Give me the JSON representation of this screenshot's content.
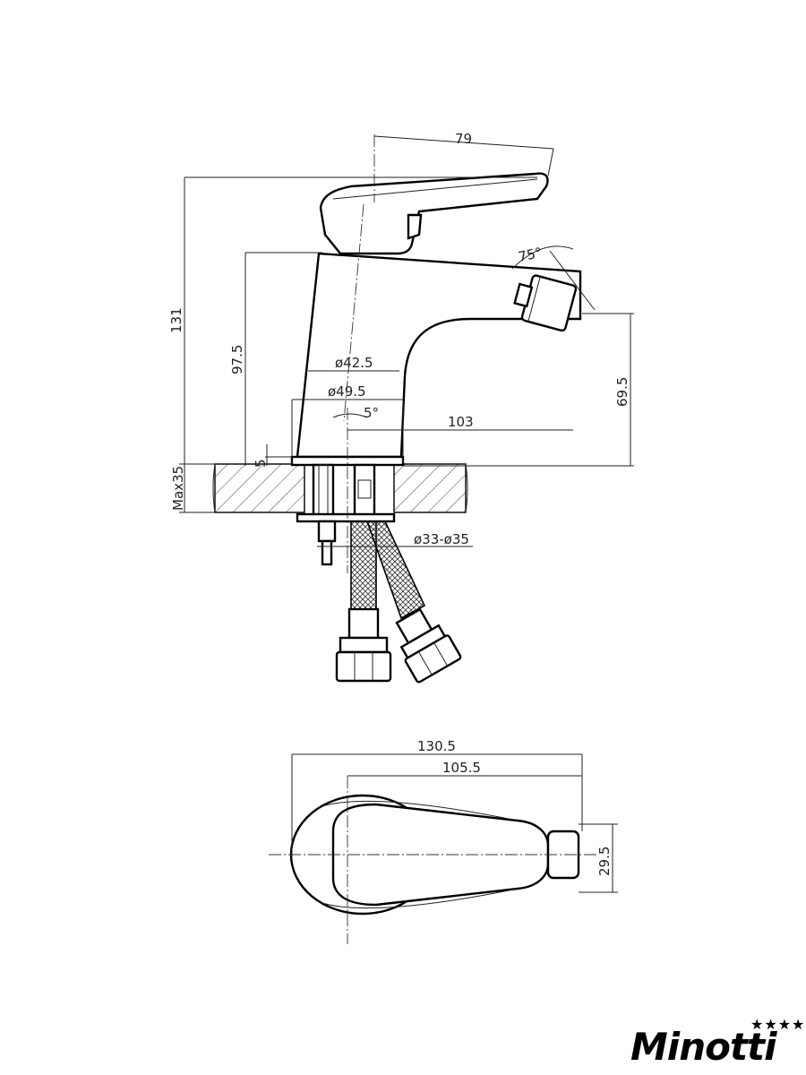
{
  "dimensions": {
    "top_width": "79",
    "total_height": "131",
    "body_height": "97.5",
    "spout_diameter": "ø42.5",
    "base_diameter": "ø49.5",
    "tilt_angle": "5°",
    "spout_reach": "103",
    "outlet_height": "69.5",
    "base_plate": "5",
    "max_counter": "Max35",
    "hole_diameter": "ø33-ø35",
    "aerator_angle": "75°",
    "total_length": "130.5",
    "lever_length": "105.5",
    "aerator_width": "29.5"
  },
  "brand": {
    "name": "Minotti",
    "stars": "★★★★"
  },
  "colors": {
    "line": "#000000",
    "background": "#ffffff"
  }
}
